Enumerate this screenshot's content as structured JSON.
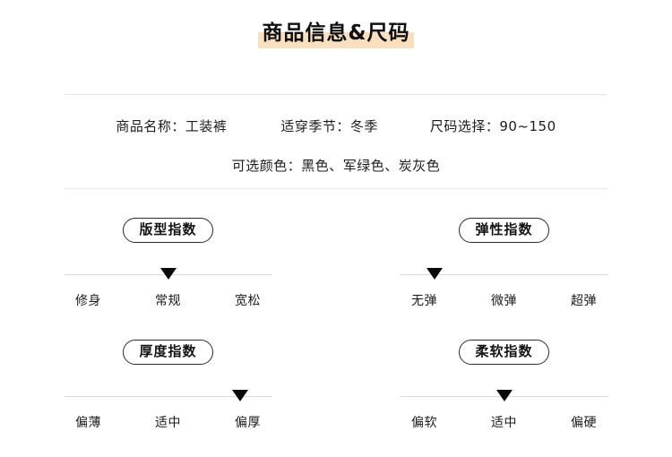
{
  "header": {
    "title": "商品信息&尺码",
    "highlight_color": "#f8dfbd"
  },
  "product_info": {
    "fields": [
      {
        "label": "商品名称：",
        "value": "工装裤"
      },
      {
        "label": "适穿季节：",
        "value": "冬季"
      },
      {
        "label": "尺码选择：",
        "value": "90~150"
      }
    ],
    "row1": {
      "name": "商品名称：工装裤",
      "season": "适穿季节：冬季",
      "size": "尺码选择：90~150"
    },
    "row2": {
      "colors": "可选颜色：黑色、军绿色、炭灰色",
      "label": "可选颜色：",
      "value": "黑色、军绿色、炭灰色",
      "options": [
        "黑色",
        "军绿色",
        "炭灰色"
      ]
    }
  },
  "indices": [
    {
      "name": "版型指数",
      "labels": [
        "修身",
        "常规",
        "宽松"
      ],
      "selected_index": 1,
      "selected_label": "常规"
    },
    {
      "name": "弹性指数",
      "labels": [
        "无弹",
        "微弹",
        "超弹"
      ],
      "selected_index": 0,
      "selected_label": "无弹"
    },
    {
      "name": "厚度指数",
      "labels": [
        "偏薄",
        "适中",
        "偏厚"
      ],
      "selected_index": 2,
      "selected_label": "偏厚"
    },
    {
      "name": "柔软指数",
      "labels": [
        "偏软",
        "适中",
        "偏硬"
      ],
      "selected_index": 1,
      "selected_label": "适中"
    }
  ]
}
